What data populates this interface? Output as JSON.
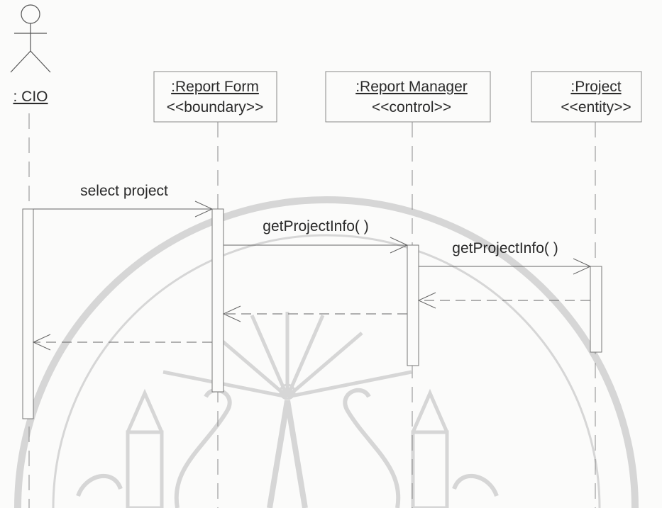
{
  "diagram": {
    "type": "sequence",
    "actor": {
      "name": ": CIO"
    },
    "objects": [
      {
        "name": ":Report Form",
        "stereotype": "<<boundary>>"
      },
      {
        "name": ":Report Manager",
        "stereotype": "<<control>>"
      },
      {
        "name": ":Project",
        "stereotype": "<<entity>>"
      }
    ],
    "messages": [
      {
        "label": "select project",
        "from": ": CIO",
        "to": ":Report Form",
        "kind": "call"
      },
      {
        "label": "getProjectInfo( )",
        "from": ":Report Form",
        "to": ":Report Manager",
        "kind": "call"
      },
      {
        "label": "getProjectInfo( )",
        "from": ":Report Manager",
        "to": ":Project",
        "kind": "call"
      },
      {
        "label": "",
        "from": ":Project",
        "to": ":Report Manager",
        "kind": "return"
      },
      {
        "label": "",
        "from": ":Report Manager",
        "to": ":Report Form",
        "kind": "return"
      },
      {
        "label": "",
        "from": ":Report Form",
        "to": ": CIO",
        "kind": "return"
      }
    ]
  },
  "watermark": {
    "kind": "university-seal",
    "color": "#cfcfcf"
  }
}
